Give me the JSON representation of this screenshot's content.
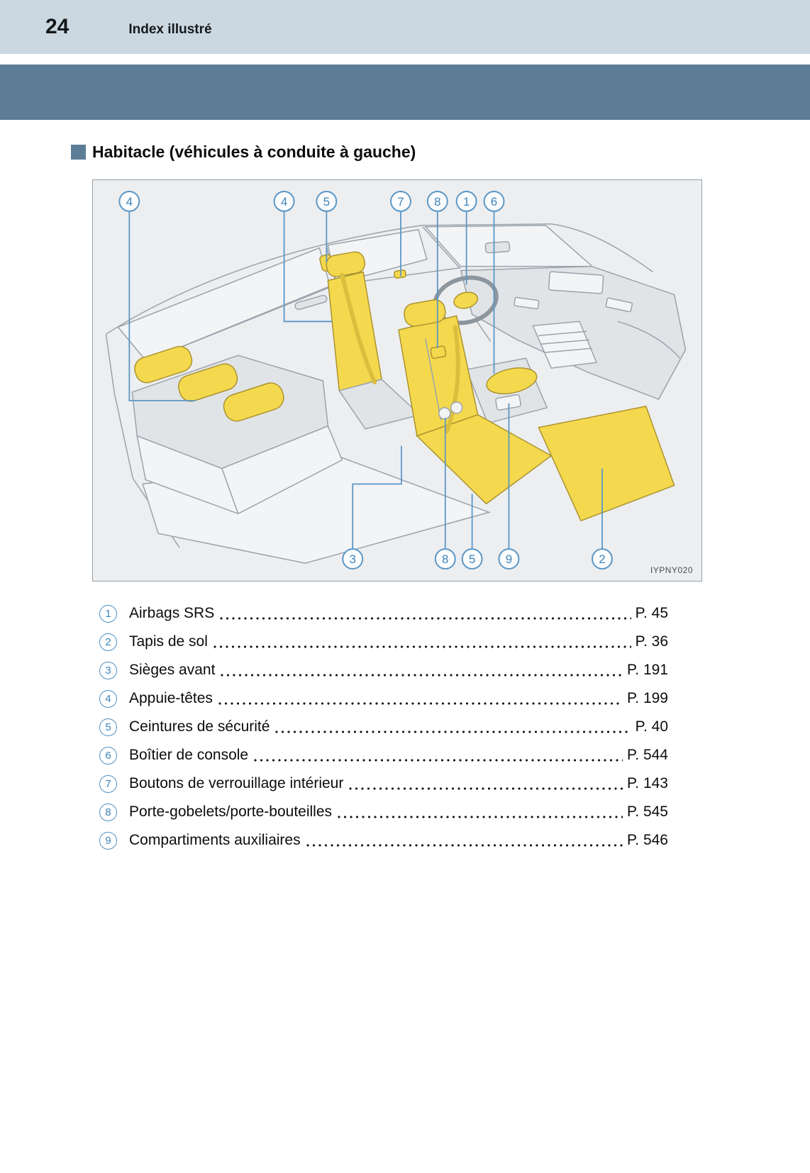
{
  "header": {
    "page_number": "24",
    "section": "Index illustré"
  },
  "section_title": "Habitacle (véhicules à conduite à gauche)",
  "figure": {
    "code": "IYPNY020",
    "callouts_top": [
      "4",
      "4",
      "5",
      "7",
      "8",
      "1",
      "6"
    ],
    "callouts_bottom": [
      "3",
      "8",
      "5",
      "9",
      "2"
    ],
    "highlight_parts": [
      "headrests",
      "front-seats",
      "seatbelts",
      "driver-airbag",
      "console-lid",
      "cupholders",
      "floor-mat",
      "auxiliary-compartments",
      "door-lock-buttons"
    ]
  },
  "index": {
    "items": [
      {
        "num": "1",
        "label": "Airbags SRS",
        "page": "P. 45"
      },
      {
        "num": "2",
        "label": "Tapis de sol",
        "page": "P. 36"
      },
      {
        "num": "3",
        "label": "Sièges avant",
        "page": "P. 191"
      },
      {
        "num": "4",
        "label": "Appuie-têtes",
        "page": "P. 199"
      },
      {
        "num": "5",
        "label": "Ceintures de sécurité",
        "page": "P. 40"
      },
      {
        "num": "6",
        "label": "Boîtier de console",
        "page": "P. 544"
      },
      {
        "num": "7",
        "label": "Boutons de verrouillage intérieur",
        "page": "P. 143"
      },
      {
        "num": "8",
        "label": "Porte-gobelets/porte-bouteilles",
        "page": "P. 545"
      },
      {
        "num": "9",
        "label": "Compartiments auxiliaires",
        "page": "P. 546"
      }
    ]
  },
  "colors": {
    "band_light": "#ccd8e1",
    "band_dark": "#5d7d96",
    "callout_blue": "#4e90c2",
    "highlight_yellow": "#f4d94e",
    "figure_background": "#edeef0"
  }
}
